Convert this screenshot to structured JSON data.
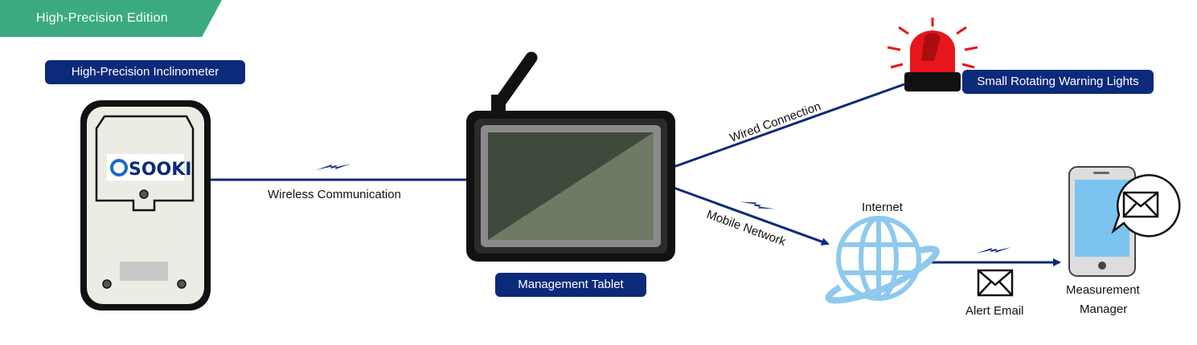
{
  "edition_banner": "High-Precision Edition",
  "devices": {
    "inclinometer": {
      "label": "High-Precision Inclinometer",
      "logo_text": "SOOKI"
    },
    "tablet": {
      "label": "Management Tablet"
    },
    "warning_lights": {
      "label": "Small Rotating Warning Lights"
    },
    "internet": {
      "label": "Internet"
    },
    "manager": {
      "label_line1": "Measurement",
      "label_line2": "Manager"
    }
  },
  "connections": {
    "wireless": "Wireless Communication",
    "wired": "Wired Connection",
    "mobile": "Mobile Network",
    "alert_email": "Alert Email"
  },
  "colors": {
    "banner": "#3bab7f",
    "pill": "#0c2a7a",
    "line": "#0c2a7a",
    "globe": "#8ec9ee",
    "phone_screen": "#7cc4f0",
    "beacon_red": "#e8161b"
  },
  "icons": [
    "signal-icon",
    "envelope-icon",
    "globe-icon",
    "warning-light-icon",
    "smartphone-icon",
    "tablet-icon",
    "inclinometer-icon"
  ]
}
